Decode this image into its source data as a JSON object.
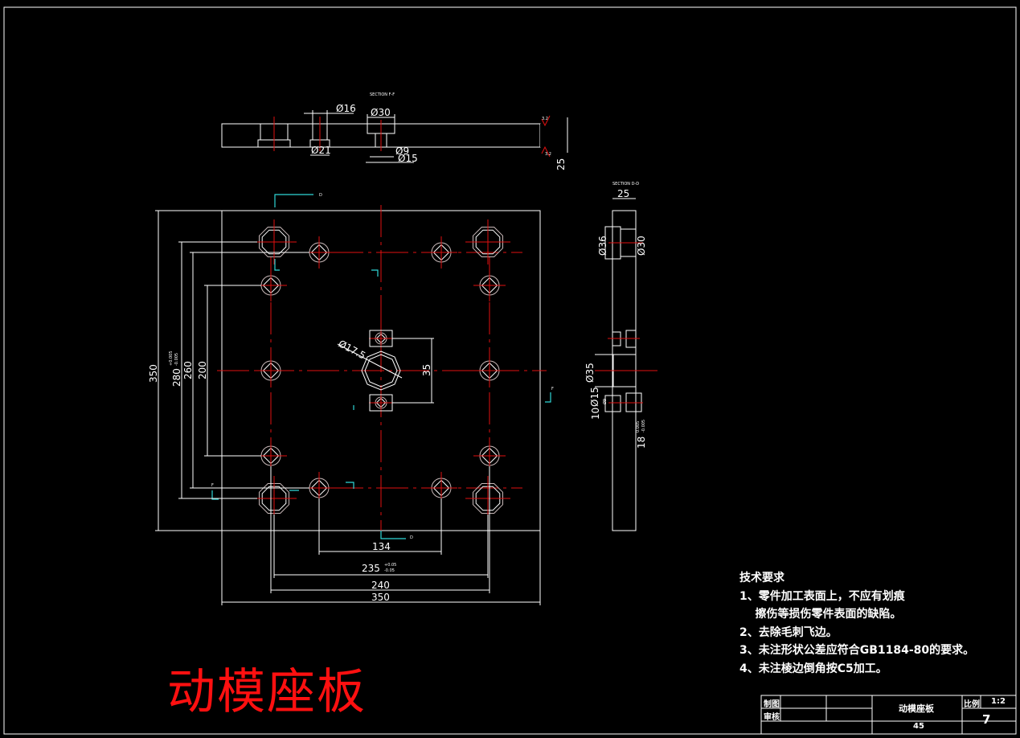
{
  "drawing": {
    "title": "动模座板",
    "background": "#000000",
    "colors": {
      "outline": "#ffffff",
      "centerline": "#e01010",
      "hatch": "#2fd6d6",
      "title": "#ff1010"
    }
  },
  "top_section": {
    "label": "SECTION F-F",
    "dims": {
      "d16": "Ø16",
      "d30": "Ø30",
      "d21": "Ø21",
      "d9": "Ø9",
      "d15": "Ø15",
      "thickness": "25",
      "rough_top": "3.2",
      "rough_bottom": "3.2"
    }
  },
  "side_section": {
    "label": "SECTION D-D",
    "dims": {
      "width": "25",
      "d36": "Ø36",
      "d30": "Ø30",
      "d35": "Ø35",
      "d15": "Ø15",
      "d9": "Ø9",
      "ten": "10",
      "eighteen": "18",
      "eighteen_tol_upper": "0.005",
      "eighteen_tol_lower": "-0.005"
    }
  },
  "main_view": {
    "section_marks": {
      "d_top": "D",
      "d_bottom": "D",
      "f_left": "F",
      "f_right": "F"
    },
    "dims": {
      "height": "350",
      "h280": "280",
      "h280_tol_upper": "+0.005",
      "h280_tol_lower": "-0.005",
      "h260": "260",
      "h200": "200",
      "d17_5": "Ø17.5",
      "v35": "35",
      "w134": "134",
      "w235": "235",
      "w235_tol_upper": "+0.05",
      "w235_tol_lower": "-0.05",
      "w240": "240",
      "width": "350"
    }
  },
  "tech_requirements": {
    "heading": "技术要求",
    "items": [
      "1、零件加工表面上，不应有划痕",
      "    擦伤等损伤零件表面的缺陷。",
      "2、去除毛刺飞边。",
      "3、未注形状公差应符合GB1184-80的要求。",
      "4、未注棱边倒角按C5加工。"
    ]
  },
  "title_block": {
    "drawn_label": "制图",
    "checked_label": "审核",
    "part_name": "动模座板",
    "material": "45",
    "scale_label": "比例",
    "scale": "1:2",
    "sheet": "7"
  }
}
